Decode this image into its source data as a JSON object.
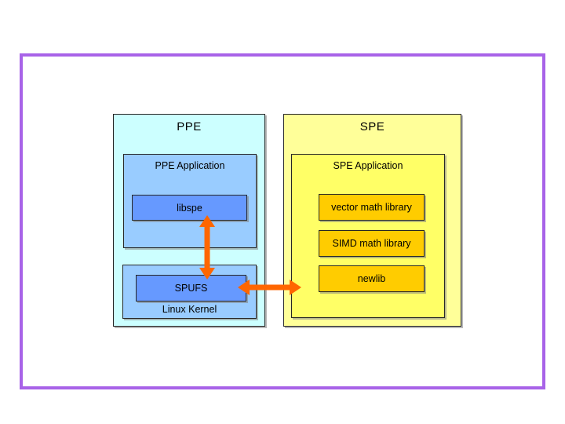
{
  "diagram": {
    "ppe": {
      "title": "PPE",
      "application": {
        "title": "PPE Application",
        "module": "libspe"
      },
      "kernel": {
        "title": "Linux Kernel",
        "module": "SPUFS"
      }
    },
    "spe": {
      "title": "SPE",
      "application": {
        "title": "SPE Application",
        "modules": [
          "vector math library",
          "SIMD math library",
          "newlib"
        ]
      }
    },
    "arrows": {
      "libspe_spufs": "double-headed vertical arrow between libspe and SPUFS",
      "spufs_spe": "double-headed horizontal arrow between SPUFS and SPE"
    }
  },
  "colors": {
    "frame_border": "#a863e8",
    "ppe_outer": "#ccffff",
    "ppe_inner": "#99ccff",
    "ppe_module": "#6699ff",
    "spe_outer": "#ffff99",
    "spe_inner": "#ffff66",
    "spe_module": "#ffcc00",
    "arrow": "#ff6600"
  }
}
